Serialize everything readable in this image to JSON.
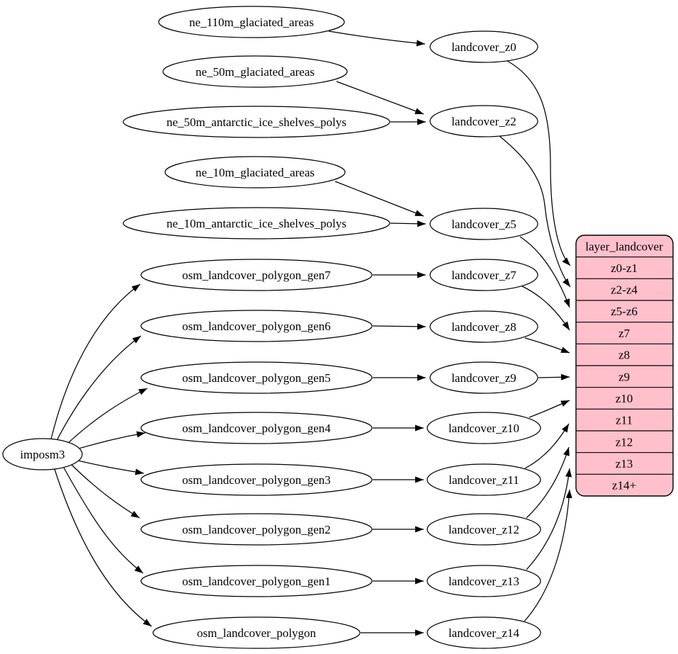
{
  "diagram_type": "graphviz-data-flow",
  "nodes": {
    "imposm3": "imposm3",
    "ne_110m_glaciated_areas": "ne_110m_glaciated_areas",
    "ne_50m_glaciated_areas": "ne_50m_glaciated_areas",
    "ne_50m_antarctic_ice_shelves_polys": "ne_50m_antarctic_ice_shelves_polys",
    "ne_10m_glaciated_areas": "ne_10m_glaciated_areas",
    "ne_10m_antarctic_ice_shelves_polys": "ne_10m_antarctic_ice_shelves_polys",
    "osm_landcover_polygon_gen7": "osm_landcover_polygon_gen7",
    "osm_landcover_polygon_gen6": "osm_landcover_polygon_gen6",
    "osm_landcover_polygon_gen5": "osm_landcover_polygon_gen5",
    "osm_landcover_polygon_gen4": "osm_landcover_polygon_gen4",
    "osm_landcover_polygon_gen3": "osm_landcover_polygon_gen3",
    "osm_landcover_polygon_gen2": "osm_landcover_polygon_gen2",
    "osm_landcover_polygon_gen1": "osm_landcover_polygon_gen1",
    "osm_landcover_polygon": "osm_landcover_polygon",
    "landcover_z0": "landcover_z0",
    "landcover_z2": "landcover_z2",
    "landcover_z5": "landcover_z5",
    "landcover_z7": "landcover_z7",
    "landcover_z8": "landcover_z8",
    "landcover_z9": "landcover_z9",
    "landcover_z10": "landcover_z10",
    "landcover_z11": "landcover_z11",
    "landcover_z12": "landcover_z12",
    "landcover_z13": "landcover_z13",
    "landcover_z14": "landcover_z14"
  },
  "table": {
    "title": "layer_landcover",
    "rows": [
      "z0-z1",
      "z2-z4",
      "z5-z6",
      "z7",
      "z8",
      "z9",
      "z10",
      "z11",
      "z12",
      "z13",
      "z14+"
    ],
    "fill_color": "#ffc0cb",
    "border_color": "#000000"
  },
  "edges": [
    {
      "from": "ne_110m_glaciated_areas",
      "to": "landcover_z0"
    },
    {
      "from": "ne_50m_glaciated_areas",
      "to": "landcover_z2"
    },
    {
      "from": "ne_50m_antarctic_ice_shelves_polys",
      "to": "landcover_z2"
    },
    {
      "from": "ne_10m_glaciated_areas",
      "to": "landcover_z5"
    },
    {
      "from": "ne_10m_antarctic_ice_shelves_polys",
      "to": "landcover_z5"
    },
    {
      "from": "imposm3",
      "to": "osm_landcover_polygon_gen7"
    },
    {
      "from": "imposm3",
      "to": "osm_landcover_polygon_gen6"
    },
    {
      "from": "imposm3",
      "to": "osm_landcover_polygon_gen5"
    },
    {
      "from": "imposm3",
      "to": "osm_landcover_polygon_gen4"
    },
    {
      "from": "imposm3",
      "to": "osm_landcover_polygon_gen3"
    },
    {
      "from": "imposm3",
      "to": "osm_landcover_polygon_gen2"
    },
    {
      "from": "imposm3",
      "to": "osm_landcover_polygon_gen1"
    },
    {
      "from": "imposm3",
      "to": "osm_landcover_polygon"
    },
    {
      "from": "osm_landcover_polygon_gen7",
      "to": "landcover_z7"
    },
    {
      "from": "osm_landcover_polygon_gen6",
      "to": "landcover_z8"
    },
    {
      "from": "osm_landcover_polygon_gen5",
      "to": "landcover_z9"
    },
    {
      "from": "osm_landcover_polygon_gen4",
      "to": "landcover_z10"
    },
    {
      "from": "osm_landcover_polygon_gen3",
      "to": "landcover_z11"
    },
    {
      "from": "osm_landcover_polygon_gen2",
      "to": "landcover_z12"
    },
    {
      "from": "osm_landcover_polygon_gen1",
      "to": "landcover_z13"
    },
    {
      "from": "osm_landcover_polygon",
      "to": "landcover_z14"
    },
    {
      "from": "landcover_z0",
      "to": "layer_landcover:z0-z1"
    },
    {
      "from": "landcover_z2",
      "to": "layer_landcover:z2-z4"
    },
    {
      "from": "landcover_z5",
      "to": "layer_landcover:z5-z6"
    },
    {
      "from": "landcover_z7",
      "to": "layer_landcover:z7"
    },
    {
      "from": "landcover_z8",
      "to": "layer_landcover:z8"
    },
    {
      "from": "landcover_z9",
      "to": "layer_landcover:z9"
    },
    {
      "from": "landcover_z10",
      "to": "layer_landcover:z10"
    },
    {
      "from": "landcover_z11",
      "to": "layer_landcover:z11"
    },
    {
      "from": "landcover_z12",
      "to": "layer_landcover:z12"
    },
    {
      "from": "landcover_z13",
      "to": "layer_landcover:z13"
    },
    {
      "from": "landcover_z14",
      "to": "layer_landcover:z14+"
    }
  ]
}
